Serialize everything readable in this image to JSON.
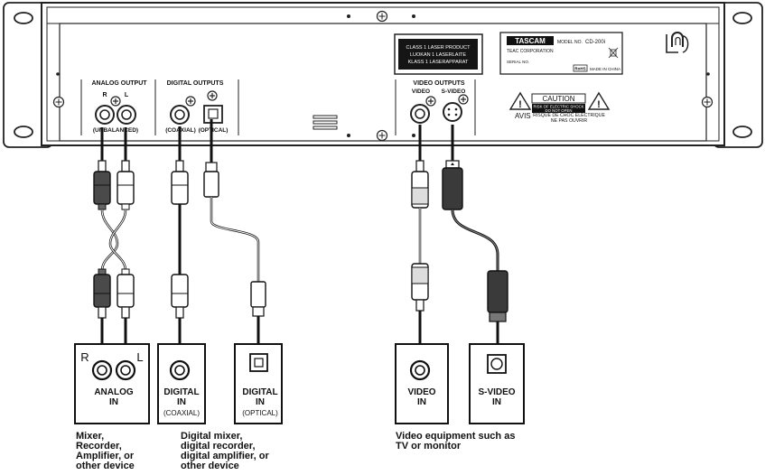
{
  "panel": {
    "analog_output_label": "ANALOG OUTPUT",
    "analog_r": "R",
    "analog_l": "L",
    "analog_sub": "(UNBALANCED)",
    "digital_outputs_label": "DIGITAL OUTPUTS",
    "coaxial_sub": "(COAXIAL)",
    "optical_sub": "(OPTICAL)",
    "video_outputs_label": "VIDEO OUTPUTS",
    "video_label": "VIDEO",
    "svideo_label": "S-VIDEO",
    "laser_line1": "CLASS 1 LASER PRODUCT",
    "laser_line2": "LUOKAN 1 LASERLAITE",
    "laser_line3": "KLASS 1 LASERAPPARAT",
    "brand": "TASCAM",
    "model_prefix": "MODEL NO.",
    "model_value": "CD-200i",
    "corporation": "TEAC CORPORATION",
    "serial": "SERIAL NO.",
    "rohs": "RoHS",
    "made_in": "MADE IN CHINA",
    "caution_title": "CAUTION",
    "caution_line1": "RISK OF ELECTRIC SHOCK",
    "caution_line2": "DO NOT OPEN",
    "avis": "AVIS",
    "avis_line1": "RISQUE DE CHOC ELECTRIQUE",
    "avis_line2": "NE PAS OUVRIR"
  },
  "devices": {
    "analog_in": {
      "r": "R",
      "l": "L",
      "line1": "ANALOG",
      "line2": "IN"
    },
    "digital_coax": {
      "line1": "DIGITAL",
      "line2": "IN",
      "sub": "(COAXIAL)"
    },
    "digital_opt": {
      "line1": "DIGITAL",
      "line2": "IN",
      "sub": "(OPTICAL)"
    },
    "video_in": {
      "line1": "VIDEO",
      "line2": "IN"
    },
    "svideo_in": {
      "line1": "S-VIDEO",
      "line2": "IN"
    }
  },
  "captions": {
    "mixer": [
      "Mixer,",
      "Recorder,",
      "Amplifier, or",
      "other device"
    ],
    "digital": [
      "Digital mixer,",
      "digital recorder,",
      "digital amplifier, or",
      "other device"
    ],
    "video": [
      "Video equipment such as",
      "TV or monitor"
    ]
  }
}
